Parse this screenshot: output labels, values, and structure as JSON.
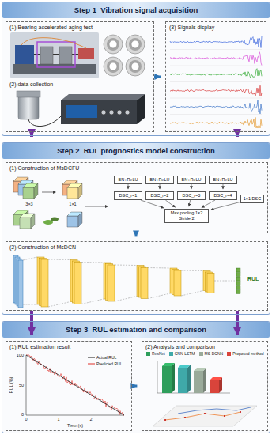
{
  "diagram": {
    "nodes": [
      {
        "text": [
          "Step 1  Vibration signal acquisition"
        ]
      },
      {
        "text": [
          "(1) Bearing accelerated aging test",
          "(2) data collection"
        ],
        "in": 0
      },
      {
        "text": [
          "(3) Signals display"
        ],
        "in": 0
      },
      {
        "text": [
          "Step 2  RUL prognostics model construction"
        ]
      },
      {
        "text": [
          "(1) Construction of MsDCFU"
        ],
        "in": 3
      },
      {
        "text": [
          "BN+ReLU"
        ],
        "in": 4
      },
      {
        "text": [
          "BN+ReLU"
        ],
        "in": 4
      },
      {
        "text": [
          "BN+ReLU"
        ],
        "in": 4
      },
      {
        "text": [
          "BN+ReLU"
        ],
        "in": 4
      },
      {
        "text": [
          "DSC_r=1"
        ],
        "in": 4
      },
      {
        "text": [
          "DSC_r=2"
        ],
        "in": 4
      },
      {
        "text": [
          "DSC_r=3"
        ],
        "in": 4
      },
      {
        "text": [
          "DSC_r=4"
        ],
        "in": 4
      },
      {
        "text": [
          "1×1 DSC"
        ],
        "in": 4
      },
      {
        "text": [
          "Max pooling 1×2 Stride 2"
        ],
        "in": 4
      },
      {
        "text": [
          "(2) Construction of MsDCN"
        ],
        "in": 3
      },
      {
        "text": [
          "Step 3  RUL estimation and comparison"
        ]
      },
      {
        "text": [
          "(1) RUL estimation result"
        ],
        "in": 16
      },
      {
        "text": [
          "(2) Analysis and comparison"
        ],
        "in": 16
      }
    ],
    "edges": [
      {
        "from": 1,
        "to": 2,
        "arrow": "to"
      },
      {
        "from": 1,
        "to": 3,
        "arrow": "to"
      },
      {
        "from": 2,
        "to": 3,
        "arrow": "to"
      },
      {
        "from": 5,
        "to": 9,
        "arrow": "to"
      },
      {
        "from": 6,
        "to": 10,
        "arrow": "to"
      },
      {
        "from": 7,
        "to": 11,
        "arrow": "to"
      },
      {
        "from": 8,
        "to": 12,
        "arrow": "to"
      },
      {
        "from": 9,
        "to": 14,
        "arrow": "to"
      },
      {
        "from": 10,
        "to": 14,
        "arrow": "to"
      },
      {
        "from": 11,
        "to": 14,
        "arrow": "to"
      },
      {
        "from": 12,
        "to": 14,
        "arrow": "to"
      },
      {
        "from": 13,
        "to": 14,
        "arrow": "to"
      },
      {
        "from": 4,
        "to": 15,
        "arrow": "to"
      },
      {
        "from": 15,
        "to": 17,
        "arrow": "to"
      },
      {
        "from": 15,
        "to": 18,
        "arrow": "to"
      },
      {
        "from": 17,
        "to": 18,
        "arrow": "to"
      }
    ],
    "labels": [
      "3×3",
      "1×1",
      "RUL",
      "RUL (%)",
      "Time (s)",
      "100",
      "50",
      "0",
      "0",
      "1",
      "2"
    ],
    "legend": [
      {
        "text": "Actual RUL"
      },
      {
        "text": "Predicted RUL"
      },
      {
        "text": "ResNet",
        "color": "#2e9e5b"
      },
      {
        "text": "CNN-LSTM",
        "color": "#3fa9a9"
      },
      {
        "text": "MS-DCNN",
        "color": "#9aaa9a"
      },
      {
        "text": "Proposed method",
        "color": "#d9443b"
      }
    ]
  }
}
